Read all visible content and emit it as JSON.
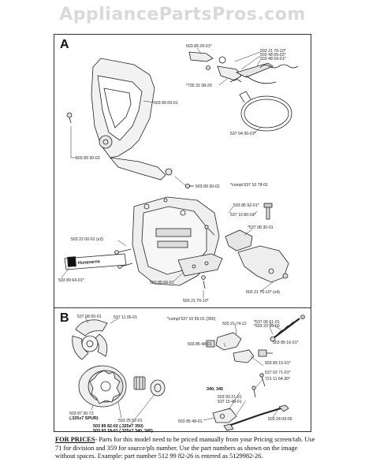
{
  "watermark": "AppliancePartsPros.com",
  "sections": {
    "a": "A",
    "b": "B"
  },
  "brand_logo": "Husqvarna",
  "part_numbers_a": {
    "p1": "503 89 29-01*",
    "p2": "503 21 70-10*",
    "p3": "503 48 06-02*",
    "p4": "503 48 59-01*",
    "p5": "*735 31 08-20",
    "p6": "503 89 09-01",
    "p7": "537 04 30-01*",
    "p8": "503 89 30-02",
    "p9": "503 89 30-02",
    "compl1": "*compl 537 10 78-01",
    "p10": "503 85 92-01*",
    "p11": "537 10 80-01*",
    "p12": "*537 08 30-01",
    "p13": "503 22 00-01 (x2)",
    "p14": "503 89 64-01*",
    "p15": "503 85 66-01",
    "p16": "503 21 70-10*",
    "p17": "503 21 70-10* (x4)"
  },
  "part_numbers_b": {
    "compl2": "*compl 537 10 55-01 (350)",
    "q1": "537 08 00-01",
    "q2": "537 11 05-01",
    "q3": "*537 06 61-01",
    "q4": "*503 23 60-60",
    "q5": "503 89 16-01*",
    "q6": "503 21 74-12",
    "q7": "503 85 48-01",
    "q8": "503 89 15-01*",
    "q9": "537 02 71-01*",
    "q10": "721 11 64-30*",
    "q11": "340, 345",
    "q12": "503 93 21-01",
    "q13": "537 15 48-01",
    "q14": "503 85 48-01",
    "q15": "503 24 09-05",
    "q16": "503 87 30-72",
    "q17": "(.325x7 SPUR)",
    "q18": "503 25 52-01",
    "q19": "503 89 82-02 (.325x7 350)",
    "q20": "503 93 18-01 (.325x7 340, 345)"
  },
  "footer": {
    "lead": "FOR PRICES",
    "text": "- Parts for this model need to be priced manually from your Pricing screen/tab. Use 71 for division and 359 for source/pls number.  Use the part numbers as shown on the image without spaces.  Example: part number 512 99 82-26 is entered as 5129982-26."
  }
}
